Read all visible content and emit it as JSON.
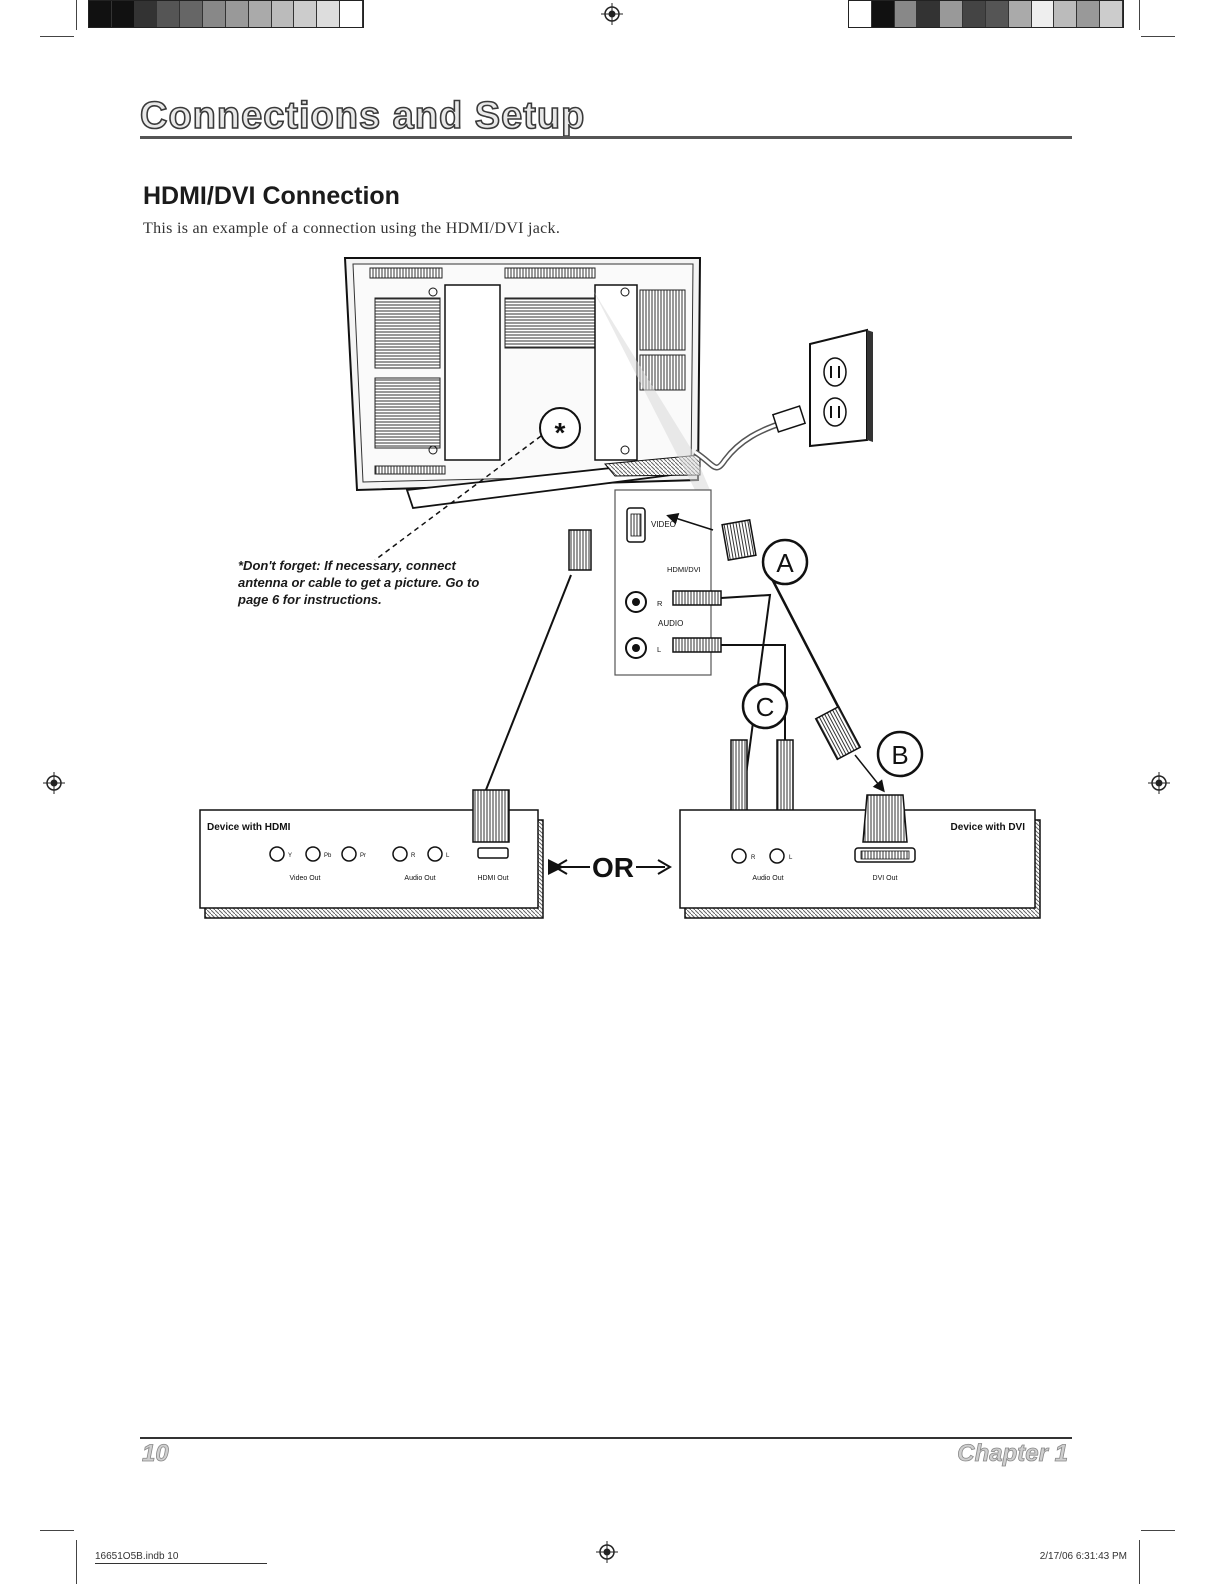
{
  "section_title": "Connections and Setup",
  "subsection_title": "HDMI/DVI Connection",
  "intro_text": "This is an example of a connection using the HDMI/DVI jack.",
  "note_text": "*Don't forget: If necessary, connect antenna or cable to get a picture. Go to page 6 for instructions.",
  "diagram": {
    "asterisk": "*",
    "tv_panel": {
      "video": "VIDEO",
      "hdmi_dvi": "HDMI/DVI",
      "audio": "AUDIO",
      "r": "R",
      "l": "L"
    },
    "callouts": {
      "a": "A",
      "b": "B",
      "c": "C"
    },
    "or_text": "OR",
    "device_hdmi": {
      "title": "Device with HDMI",
      "y": "Y",
      "pb": "Pb",
      "pr": "Pr",
      "r": "R",
      "l": "L",
      "video_out": "Video Out",
      "audio_out": "Audio Out",
      "hdmi_out": "HDMI Out"
    },
    "device_dvi": {
      "title": "Device with DVI",
      "r": "R",
      "l": "L",
      "audio_out": "Audio Out",
      "dvi_out": "DVI Out"
    }
  },
  "footer": {
    "page_number": "10",
    "chapter": "Chapter 1",
    "slug_file": "16651O5B.indb 10",
    "slug_date": "2/17/06 6:31:43 PM"
  }
}
